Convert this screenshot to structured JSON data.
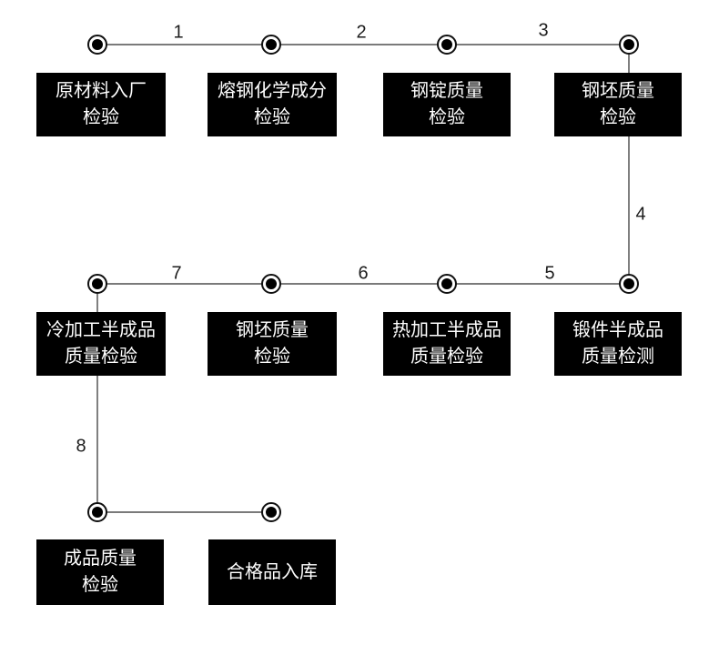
{
  "diagram": {
    "type": "flowchart",
    "language": "zh-CN",
    "background_color": "#ffffff",
    "box_color": "#000000",
    "box_text_color": "#ffffff",
    "line_color": "#2b2b2b",
    "stations": [
      {
        "row": 1,
        "col": 1,
        "label": "原材料入厂\n检验"
      },
      {
        "row": 1,
        "col": 2,
        "label": "熔钢化学成分\n检验"
      },
      {
        "row": 1,
        "col": 3,
        "label": "钢锭质量\n检验"
      },
      {
        "row": 1,
        "col": 4,
        "label": "钢坯质量\n检验"
      },
      {
        "row": 2,
        "col": 1,
        "label": "冷加工半成品\n质量检验"
      },
      {
        "row": 2,
        "col": 2,
        "label": "钢坯质量\n检验"
      },
      {
        "row": 2,
        "col": 3,
        "label": "热加工半成品\n质量检验"
      },
      {
        "row": 2,
        "col": 4,
        "label": "锻件半成品\n质量检测"
      },
      {
        "row": 3,
        "col": 1,
        "label": "成品质量\n检验"
      },
      {
        "row": 3,
        "col": 2,
        "label": "合格品入库"
      }
    ],
    "edges": [
      {
        "label": "1",
        "from": "原材料入厂检验",
        "to": "熔钢化学成分检验"
      },
      {
        "label": "2",
        "from": "熔钢化学成分检验",
        "to": "钢锭质量检验"
      },
      {
        "label": "3",
        "from": "钢锭质量检验",
        "to": "钢坯质量检验"
      },
      {
        "label": "4",
        "from": "钢坯质量检验",
        "to": "锻件半成品质量检测"
      },
      {
        "label": "5",
        "from": "锻件半成品质量检测",
        "to": "热加工半成品质量检验"
      },
      {
        "label": "6",
        "from": "热加工半成品质量检验",
        "to": "钢坯质量检验"
      },
      {
        "label": "7",
        "from": "钢坯质量检验",
        "to": "冷加工半成品质量检验"
      },
      {
        "label": "8",
        "from": "冷加工半成品质量检验",
        "to": "成品质量检验"
      }
    ]
  }
}
